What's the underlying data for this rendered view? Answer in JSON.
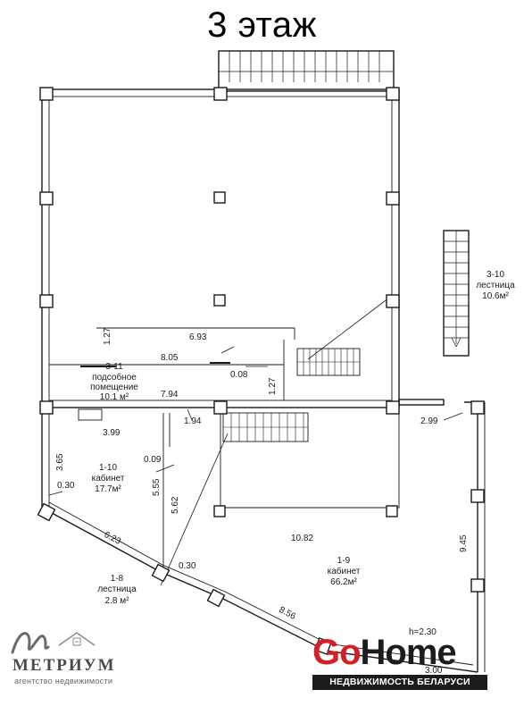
{
  "title": "3 этаж",
  "rooms": {
    "r311": {
      "id": "3-11",
      "name_l1": "подсобное",
      "name_l2": "помещение",
      "area": "10.1 м²"
    },
    "r310": {
      "id": "3-10",
      "name": "лестница",
      "area": "10.6м²"
    },
    "r110": {
      "id": "1-10",
      "name": "кабинет",
      "area": "17.7м²"
    },
    "r18": {
      "id": "1-8",
      "name": "лестница",
      "area": "2.8 м²"
    },
    "r19": {
      "id": "1-9",
      "name": "кабинет",
      "area": "66.2м²"
    }
  },
  "dimensions": {
    "d693": "6.93",
    "d127a": "1.27",
    "d805": "8.05",
    "d008": "0.08",
    "d127b": "1.27",
    "d794": "7.94",
    "d299": "2.99",
    "d399": "3.99",
    "d194": "1.94",
    "d365": "3.65",
    "d030a": "0.30",
    "d009": "0.09",
    "d555": "5.55",
    "d562": "5.62",
    "d623": "6.23",
    "d030b": "0.30",
    "d1082": "10.82",
    "d945": "9.45",
    "d856": "8.56",
    "height": "h=2.30",
    "d300": "3.00"
  },
  "logos": {
    "metrium_name": "МЕТРИУМ",
    "metrium_sub": "агентство недвижимости",
    "gohome_go": "Go",
    "gohome_home": "Home",
    "gohome_strip": "НЕДВИЖИМОСТЬ БЕЛАРУСИ"
  },
  "colors": {
    "line": "#1a1a1a",
    "gohome_red": "#d51f26",
    "metrium_grey": "#4a4a4a"
  }
}
